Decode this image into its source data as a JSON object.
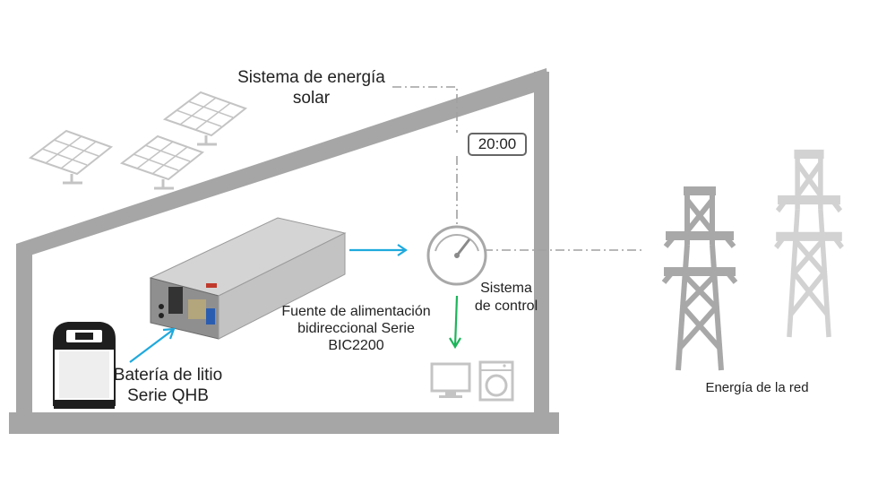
{
  "labels": {
    "solar_system": "Sistema de energía solar",
    "power_supply": "Fuente de alimentación bidireccional Serie BIC2200",
    "control_system": "Sistema de control",
    "battery": "Batería de litio Serie QHB",
    "grid": "Energía de la red"
  },
  "clock": {
    "time": "20:00"
  },
  "colors": {
    "house": "#a6a6a6",
    "arrow_charge": "#1fa9dd",
    "arrow_output": "#1db45a",
    "dash_line": "#a0a0a0",
    "panel": "#c8c8c8",
    "tower_front": "#a8a8a8",
    "tower_back": "#d2d2d2"
  },
  "icons": [
    "solar-panel-icon",
    "power-supply-icon",
    "gauge-icon",
    "lithium-battery-icon",
    "monitor-icon",
    "washing-machine-icon",
    "transmission-tower-icon"
  ]
}
